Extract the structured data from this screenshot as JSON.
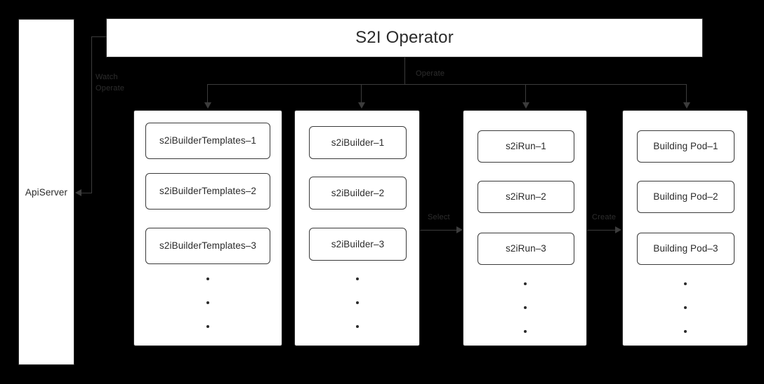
{
  "diagram": {
    "background_color": "#000000",
    "node_fill": "#ffffff",
    "node_stroke": "#2b2b2b",
    "line_color": "#3c3c3c",
    "label_color": "#2e2e2e"
  },
  "apiserver": {
    "label": "ApiServer"
  },
  "operator": {
    "title": "S2I Operator"
  },
  "edges": {
    "watch_operate": "Watch\nOperate",
    "operate": "Operate",
    "select": "Select",
    "create": "Create"
  },
  "columns": [
    {
      "id": "s2ibuildertemplates",
      "items": [
        "s2iBuilderTemplates–1",
        "s2iBuilderTemplates–2",
        "s2iBuilderTemplates–3"
      ],
      "ellipsis": [
        "•",
        "•",
        "•"
      ]
    },
    {
      "id": "s2ibuilder",
      "items": [
        "s2iBuilder–1",
        "s2iBuilder–2",
        "s2iBuilder–3"
      ],
      "ellipsis": [
        "•",
        "•",
        "•"
      ]
    },
    {
      "id": "s2irun",
      "items": [
        "s2iRun–1",
        "s2iRun–2",
        "s2iRun–3"
      ],
      "ellipsis": [
        "•",
        "•",
        "•"
      ]
    },
    {
      "id": "building-pod",
      "items": [
        "Building Pod–1",
        "Building Pod–2",
        "Building Pod–3"
      ],
      "ellipsis": [
        "•",
        "•",
        "•"
      ]
    }
  ]
}
